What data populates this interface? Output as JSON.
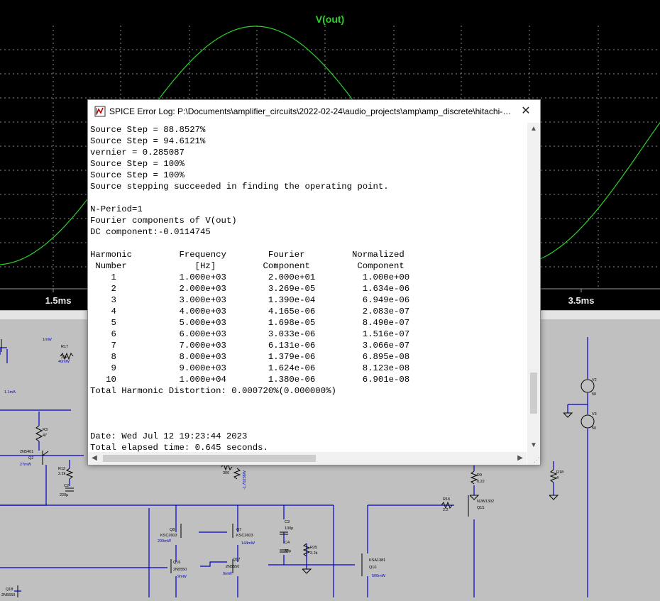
{
  "waveform": {
    "title": "V(out)",
    "x_ticks": [
      "1.5ms",
      "3.5ms"
    ],
    "trace_color": "#2bd22b"
  },
  "dialog": {
    "title": "SPICE Error Log: P:\\Documents\\amplifier_circuits\\2022-02-24\\audio_projects\\amp\\amp_discrete\\hitachi-ba...",
    "close_glyph": "✕",
    "log_lines": [
      "Source Step = 88.8527%",
      "Source Step = 94.6121%",
      "vernier = 0.285087",
      "Source Step = 100%",
      "Source Step = 100%",
      "Source stepping succeeded in finding the operating point.",
      "",
      "N-Period=1",
      "Fourier components of V(out)",
      "DC component:-0.0114745",
      "",
      "Harmonic         Frequency        Fourier         Normalized",
      " Number             [Hz]         Component         Component",
      "    1            1.000e+03        2.000e+01         1.000e+00",
      "    2            2.000e+03        3.269e-05         1.634e-06",
      "    3            3.000e+03        1.390e-04         6.949e-06",
      "    4            4.000e+03        4.165e-06         2.083e-07",
      "    5            5.000e+03        1.698e-05         8.490e-07",
      "    6            6.000e+03        3.033e-06         1.516e-07",
      "    7            7.000e+03        6.131e-06         3.066e-07",
      "    8            8.000e+03        1.379e-06         6.895e-08",
      "    9            9.000e+03        1.624e-06         8.123e-08",
      "   10            1.000e+04        1.380e-06         6.901e-08",
      "Total Harmonic Distortion: 0.000720%(0.000000%)",
      "",
      "",
      "",
      "Date: Wed Jul 12 19:23:44 2023",
      "Total elapsed time: 0.645 seconds."
    ]
  },
  "schematic": {
    "labels": {
      "r17": "R17",
      "r17_v": "22k",
      "r17_p": "40mW",
      "p1": "1mW",
      "i1": "1.1mA",
      "r3": "R3",
      "r3_v": "47",
      "q2_t": "2N5401",
      "q2": "Q2",
      "q2_p": "27mW",
      "r12": "R12",
      "r12_v": "2.2k",
      "c2": "C2",
      "c2_v": "220µ",
      "r_300": "300",
      "r_val": "-1.70236W",
      "q8": "Q8",
      "q8_t": "KSC2603",
      "q8_p": "200mW",
      "q7": "Q7",
      "q7_t": "KSC2603",
      "q7_p": "144mW",
      "c3": "C3",
      "c3_v": "100p",
      "c4": "C4",
      "c4_v": "33p",
      "r25": "R25",
      "r25_v": "2.2k",
      "q16": "Q16",
      "q16_t": "2N5550",
      "q16_p": "9mW",
      "q17": "Q17",
      "q17_t": "2N5550",
      "q17_p": "9mW",
      "q18": "Q18",
      "q18_t": "2N5550",
      "q10_t": "KSA1381",
      "q10": "Q10",
      "q10_p": "500mW",
      "r9": "R9",
      "r9_v": "0.22",
      "r16": "R16",
      "r16_v": "2.2",
      "q15_t": "NJW1302",
      "q15": "Q15",
      "r18": "R18",
      "r18_v": "4",
      "v2": "V2",
      "v2_v": "50",
      "v3": "V3",
      "v3_v": "50"
    }
  }
}
